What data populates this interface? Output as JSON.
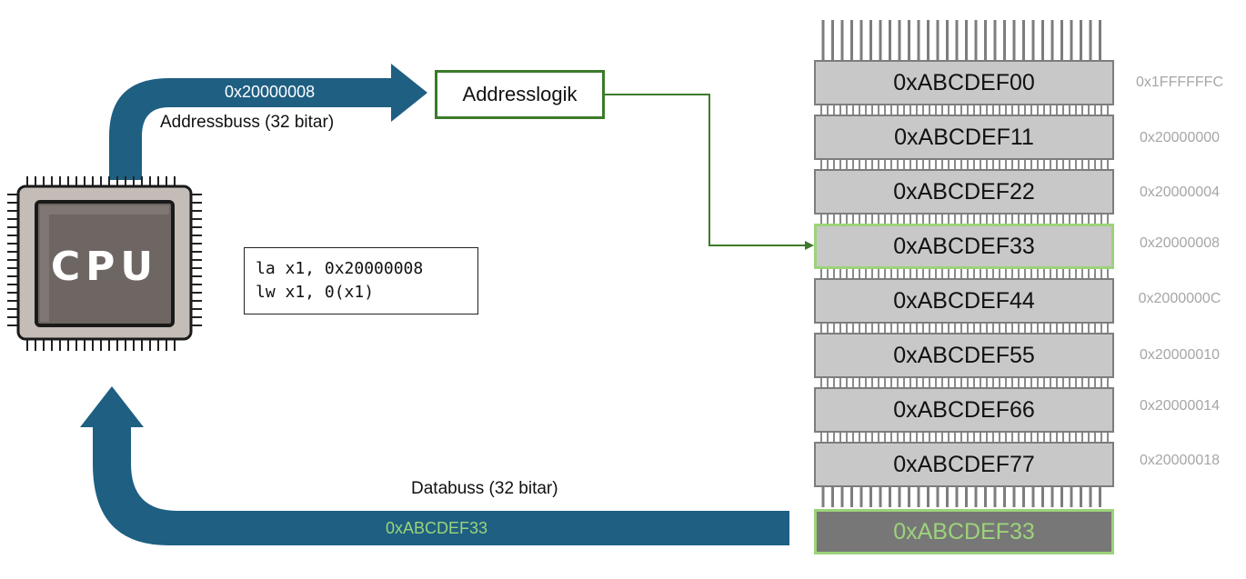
{
  "cpu": {
    "label": "CPU"
  },
  "address_bus": {
    "value": "0x20000008",
    "label": "Addressbuss (32 bitar)"
  },
  "address_logic": {
    "label": "Addresslogik"
  },
  "code": {
    "lines": [
      "la x1, 0x20000008",
      "lw x1, 0(x1)"
    ]
  },
  "data_bus": {
    "value": "0xABCDEF33",
    "label": "Databuss (32 bitar)"
  },
  "memory": {
    "cells": [
      {
        "value": "0xABCDEF00",
        "address": "0x1FFFFFFC"
      },
      {
        "value": "0xABCDEF11",
        "address": "0x20000000"
      },
      {
        "value": "0xABCDEF22",
        "address": "0x20000004"
      },
      {
        "value": "0xABCDEF33",
        "address": "0x20000008",
        "selected": true
      },
      {
        "value": "0xABCDEF44",
        "address": "0x2000000C"
      },
      {
        "value": "0xABCDEF55",
        "address": "0x20000010"
      },
      {
        "value": "0xABCDEF66",
        "address": "0x20000014"
      },
      {
        "value": "0xABCDEF77",
        "address": "0x20000018"
      }
    ],
    "output": {
      "value": "0xABCDEF33"
    }
  },
  "colors": {
    "bus_arrow": "#1e5f82",
    "logic_border": "#3b7a2a",
    "highlight": "#9cd37a",
    "cell_fill": "#c8c8c8",
    "output_fill": "#777777",
    "address_text": "#a6a6a6"
  }
}
